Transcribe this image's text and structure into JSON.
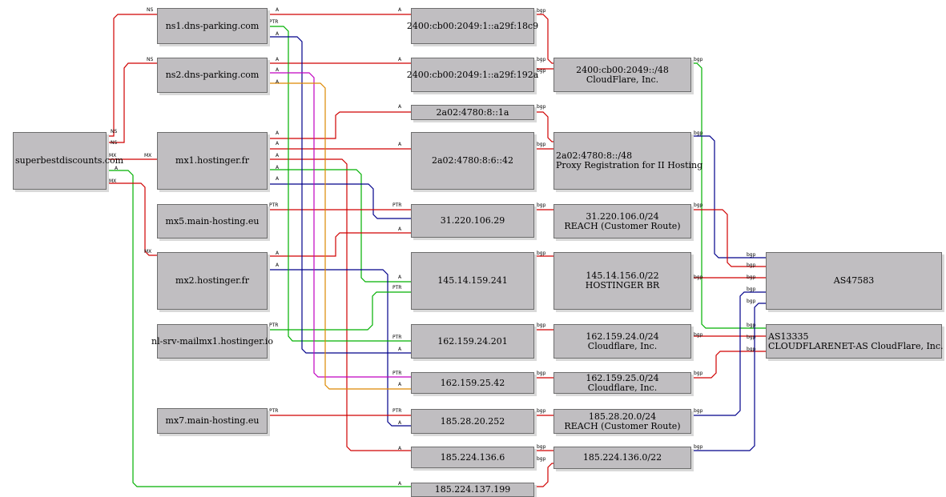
{
  "colors": {
    "red": "#d00000",
    "green": "#00b000",
    "blue": "#00008b",
    "magenta": "#c000c0",
    "orange": "#dd8800",
    "node_fill": "#c0bec1",
    "node_border": "#6d6d6d"
  },
  "nodes": [
    {
      "id": "domain",
      "label": "superbestdiscounts.com"
    },
    {
      "id": "ns1",
      "label": "ns1.dns-parking.com"
    },
    {
      "id": "ns2",
      "label": "ns2.dns-parking.com"
    },
    {
      "id": "mx1",
      "label": "mx1.hostinger.fr"
    },
    {
      "id": "mx5",
      "label": "mx5.main-hosting.eu"
    },
    {
      "id": "mx2",
      "label": "mx2.hostinger.fr"
    },
    {
      "id": "nlsrv",
      "label": "nl-srv-mailmx1.hostinger.io"
    },
    {
      "id": "mx7",
      "label": "mx7.main-hosting.eu"
    },
    {
      "id": "ip6_c9",
      "label": "2400:cb00:2049:1::a29f:18c9"
    },
    {
      "id": "ip6_9a",
      "label": "2400:cb00:2049:1::a29f:192a"
    },
    {
      "id": "ip6_1a",
      "label": "2a02:4780:8::1a"
    },
    {
      "id": "ip6_42",
      "label": "2a02:4780:8:6::42"
    },
    {
      "id": "ip_31",
      "label": "31.220.106.29"
    },
    {
      "id": "ip_145",
      "label": "145.14.159.241"
    },
    {
      "id": "ip_162a",
      "label": "162.159.24.201"
    },
    {
      "id": "ip_162b",
      "label": "162.159.25.42"
    },
    {
      "id": "ip_185a",
      "label": "185.28.20.252"
    },
    {
      "id": "ip_185b",
      "label": "185.224.136.6"
    },
    {
      "id": "ip_185c",
      "label": "185.224.137.199"
    },
    {
      "id": "pfx_cf6",
      "label": "2400:cb00:2049::/48\nCloudFlare, Inc."
    },
    {
      "id": "pfx_hs6",
      "label": "2a02:4780:8::/48\nProxy Registration for II Hosting"
    },
    {
      "id": "pfx_31",
      "label": "31.220.106.0/24\nREACH (Customer Route)"
    },
    {
      "id": "pfx_145",
      "label": "145.14.156.0/22\nHOSTINGER BR"
    },
    {
      "id": "pfx_162a",
      "label": "162.159.24.0/24\nCloudflare, Inc."
    },
    {
      "id": "pfx_162b",
      "label": "162.159.25.0/24\nCloudflare, Inc."
    },
    {
      "id": "pfx_185a",
      "label": "185.28.20.0/24\nREACH (Customer Route)"
    },
    {
      "id": "pfx_185b",
      "label": "185.224.136.0/22"
    },
    {
      "id": "as47583",
      "label": "AS47583"
    },
    {
      "id": "as13335",
      "label": "AS13335\nCLOUDFLARENET-AS CloudFlare, Inc."
    }
  ],
  "edge_labels": {
    "ns": "NS",
    "mx": "MX",
    "a": "A",
    "ptr": "PTR",
    "bgp": "bgp"
  }
}
